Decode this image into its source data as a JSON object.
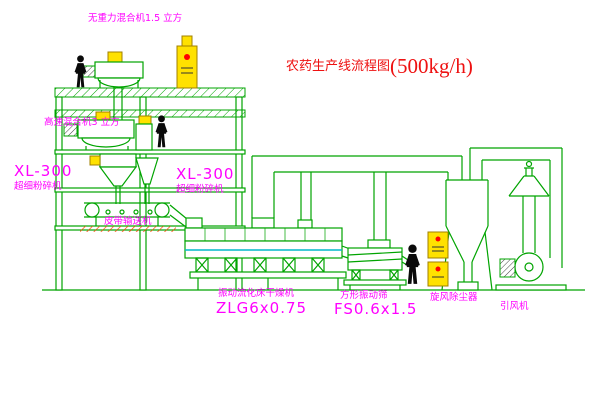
{
  "title": {
    "name": "农药生产线流程图",
    "capacity": "(500kg/h)"
  },
  "equipment": {
    "gravity_mixer": {
      "label": "无重力混合机1.5 立方"
    },
    "high_speed_mixer": {
      "label": "高速混合机3 立方"
    },
    "mill_left": {
      "model": "XL-300",
      "name": "超细粉碎机"
    },
    "mill_center": {
      "model": "XL-300",
      "name": "超细粉碎机"
    },
    "belt_conveyor": {
      "name": "皮带输送机"
    },
    "fluid_bed_dryer": {
      "name": "振动流化床干燥机",
      "model": "ZLG6x0.75"
    },
    "vibrating_screen": {
      "name": "方形振动筛",
      "model": "FS0.6x1.5"
    },
    "cyclone": {
      "name": "旋风除尘器"
    },
    "fan": {
      "name": "引风机"
    }
  },
  "colors": {
    "line_green": "#00a400",
    "accent_cyan": "#00b8c8",
    "label_magenta": "#ff00ff",
    "title_red": "#ee1111",
    "cabinet_yellow": "#ffe100",
    "indicator_red": "#ff0000"
  }
}
